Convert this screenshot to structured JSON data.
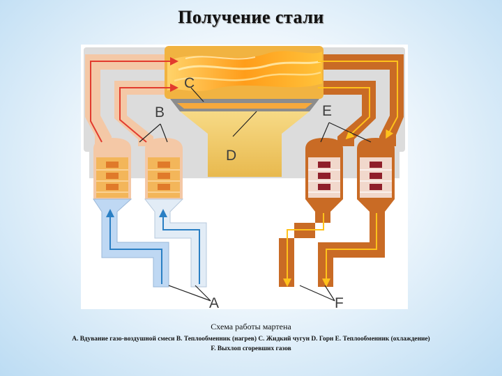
{
  "title": "Получение стали",
  "caption": "Схема работы мартена",
  "legend": {
    "line1": "A. Вдувание газо-воздушной смеси B. Теплообменник (нагрев) C. Жидкий чугун D. Горн E. Теплообменник (охлаждение)",
    "line2": "F. Выхлоп сгоревших газов"
  },
  "diagram": {
    "labels": {
      "a": "A",
      "b": "B",
      "c": "C",
      "d": "D",
      "e": "E",
      "f": "F"
    }
  },
  "colors": {
    "hot_gas": "#f0a25a",
    "cold_air": "#bfd8f3",
    "flame": "#ffb020",
    "furnace": "#f1cc6e",
    "duct": "#dcdcdc",
    "arrow_heat": "#e23b2e",
    "arrow_cold": "#2a7fc4",
    "arrow_exhaust": "#ffc21c"
  }
}
